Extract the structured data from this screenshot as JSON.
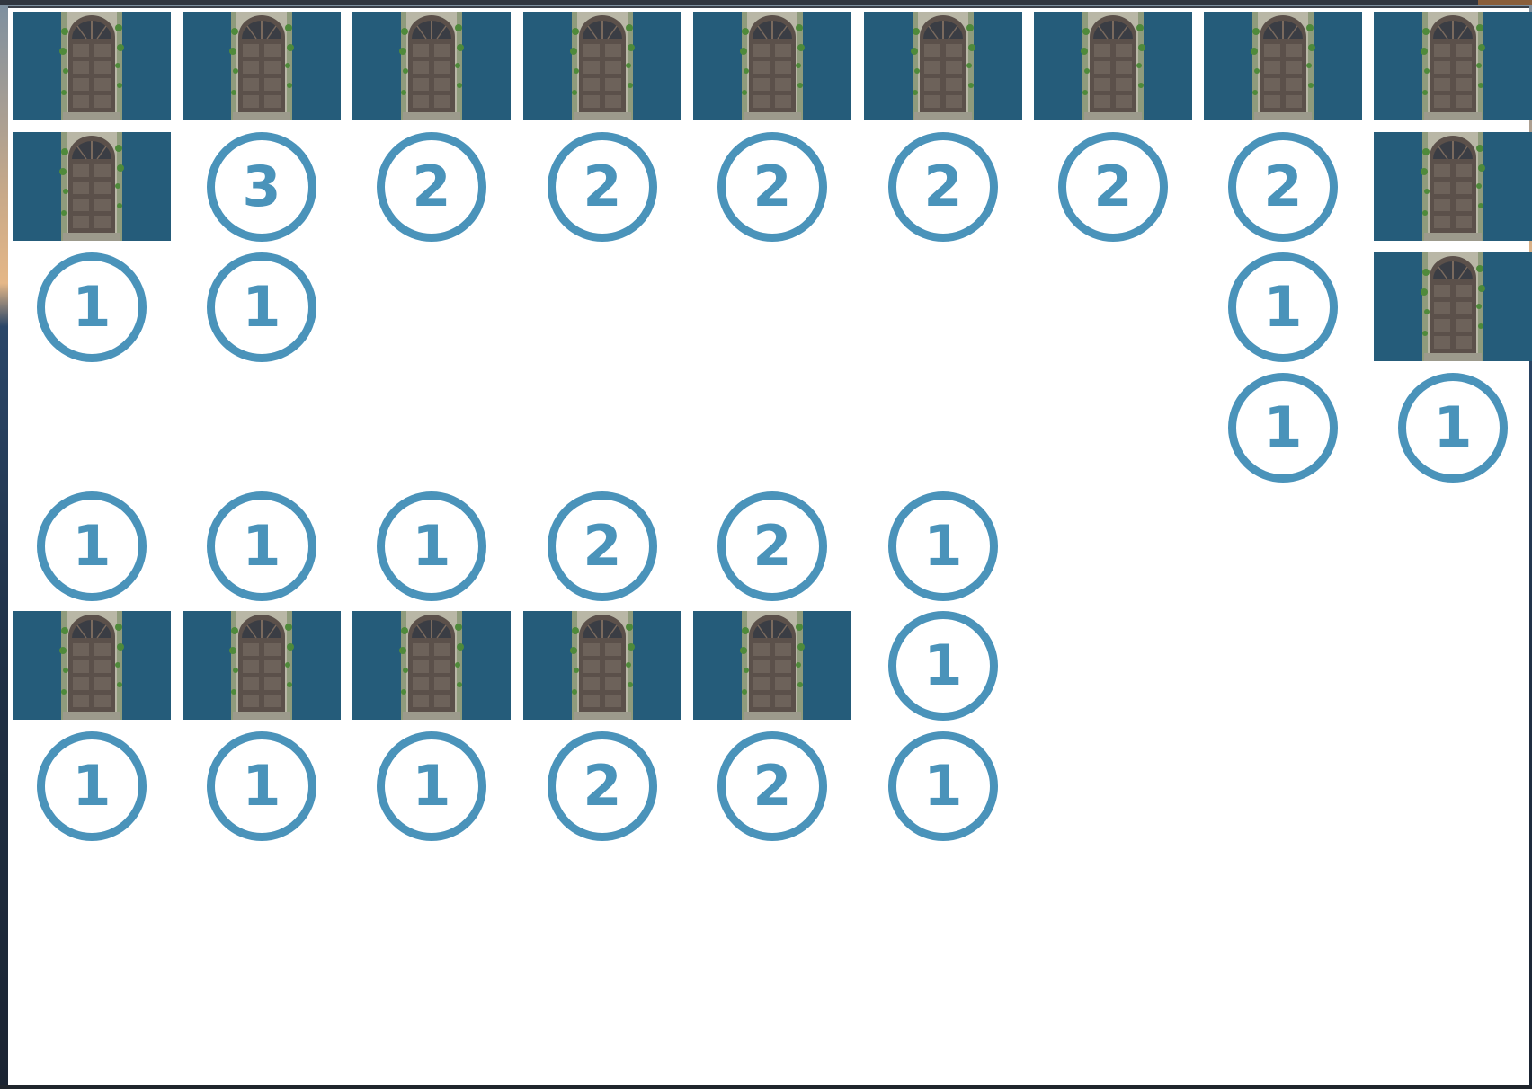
{
  "colors": {
    "card_background": "#255c7a",
    "number_ring": "#4a93ba",
    "board_background": "#ffffff"
  },
  "icons": {
    "door": "door-icon",
    "number_badge": "circled-number"
  },
  "tiles": [
    {
      "row": 0,
      "col": 0,
      "kind": "door"
    },
    {
      "row": 0,
      "col": 1,
      "kind": "door"
    },
    {
      "row": 0,
      "col": 2,
      "kind": "door"
    },
    {
      "row": 0,
      "col": 3,
      "kind": "door"
    },
    {
      "row": 0,
      "col": 4,
      "kind": "door"
    },
    {
      "row": 0,
      "col": 5,
      "kind": "door"
    },
    {
      "row": 0,
      "col": 6,
      "kind": "door"
    },
    {
      "row": 0,
      "col": 7,
      "kind": "door"
    },
    {
      "row": 0,
      "col": 8,
      "kind": "door"
    },
    {
      "row": 1,
      "col": 0,
      "kind": "door"
    },
    {
      "row": 1,
      "col": 1,
      "kind": "number",
      "value": "3"
    },
    {
      "row": 1,
      "col": 2,
      "kind": "number",
      "value": "2"
    },
    {
      "row": 1,
      "col": 3,
      "kind": "number",
      "value": "2"
    },
    {
      "row": 1,
      "col": 4,
      "kind": "number",
      "value": "2"
    },
    {
      "row": 1,
      "col": 5,
      "kind": "number",
      "value": "2"
    },
    {
      "row": 1,
      "col": 6,
      "kind": "number",
      "value": "2"
    },
    {
      "row": 1,
      "col": 7,
      "kind": "number",
      "value": "2"
    },
    {
      "row": 1,
      "col": 8,
      "kind": "door"
    },
    {
      "row": 2,
      "col": 0,
      "kind": "number",
      "value": "1"
    },
    {
      "row": 2,
      "col": 1,
      "kind": "number",
      "value": "1"
    },
    {
      "row": 2,
      "col": 7,
      "kind": "number",
      "value": "1"
    },
    {
      "row": 2,
      "col": 8,
      "kind": "door"
    },
    {
      "row": 3,
      "col": 7,
      "kind": "number",
      "value": "1"
    },
    {
      "row": 3,
      "col": 8,
      "kind": "number",
      "value": "1"
    },
    {
      "row": 4,
      "col": 0,
      "kind": "number",
      "value": "1"
    },
    {
      "row": 4,
      "col": 1,
      "kind": "number",
      "value": "1"
    },
    {
      "row": 4,
      "col": 2,
      "kind": "number",
      "value": "1"
    },
    {
      "row": 4,
      "col": 3,
      "kind": "number",
      "value": "2"
    },
    {
      "row": 4,
      "col": 4,
      "kind": "number",
      "value": "2"
    },
    {
      "row": 4,
      "col": 5,
      "kind": "number",
      "value": "1"
    },
    {
      "row": 5,
      "col": 0,
      "kind": "door"
    },
    {
      "row": 5,
      "col": 1,
      "kind": "door"
    },
    {
      "row": 5,
      "col": 2,
      "kind": "door"
    },
    {
      "row": 5,
      "col": 3,
      "kind": "door"
    },
    {
      "row": 5,
      "col": 4,
      "kind": "door"
    },
    {
      "row": 5,
      "col": 5,
      "kind": "number",
      "value": "1"
    },
    {
      "row": 6,
      "col": 0,
      "kind": "number",
      "value": "1"
    },
    {
      "row": 6,
      "col": 1,
      "kind": "number",
      "value": "1"
    },
    {
      "row": 6,
      "col": 2,
      "kind": "number",
      "value": "1"
    },
    {
      "row": 6,
      "col": 3,
      "kind": "number",
      "value": "2"
    },
    {
      "row": 6,
      "col": 4,
      "kind": "number",
      "value": "2"
    },
    {
      "row": 6,
      "col": 5,
      "kind": "number",
      "value": "1"
    }
  ]
}
